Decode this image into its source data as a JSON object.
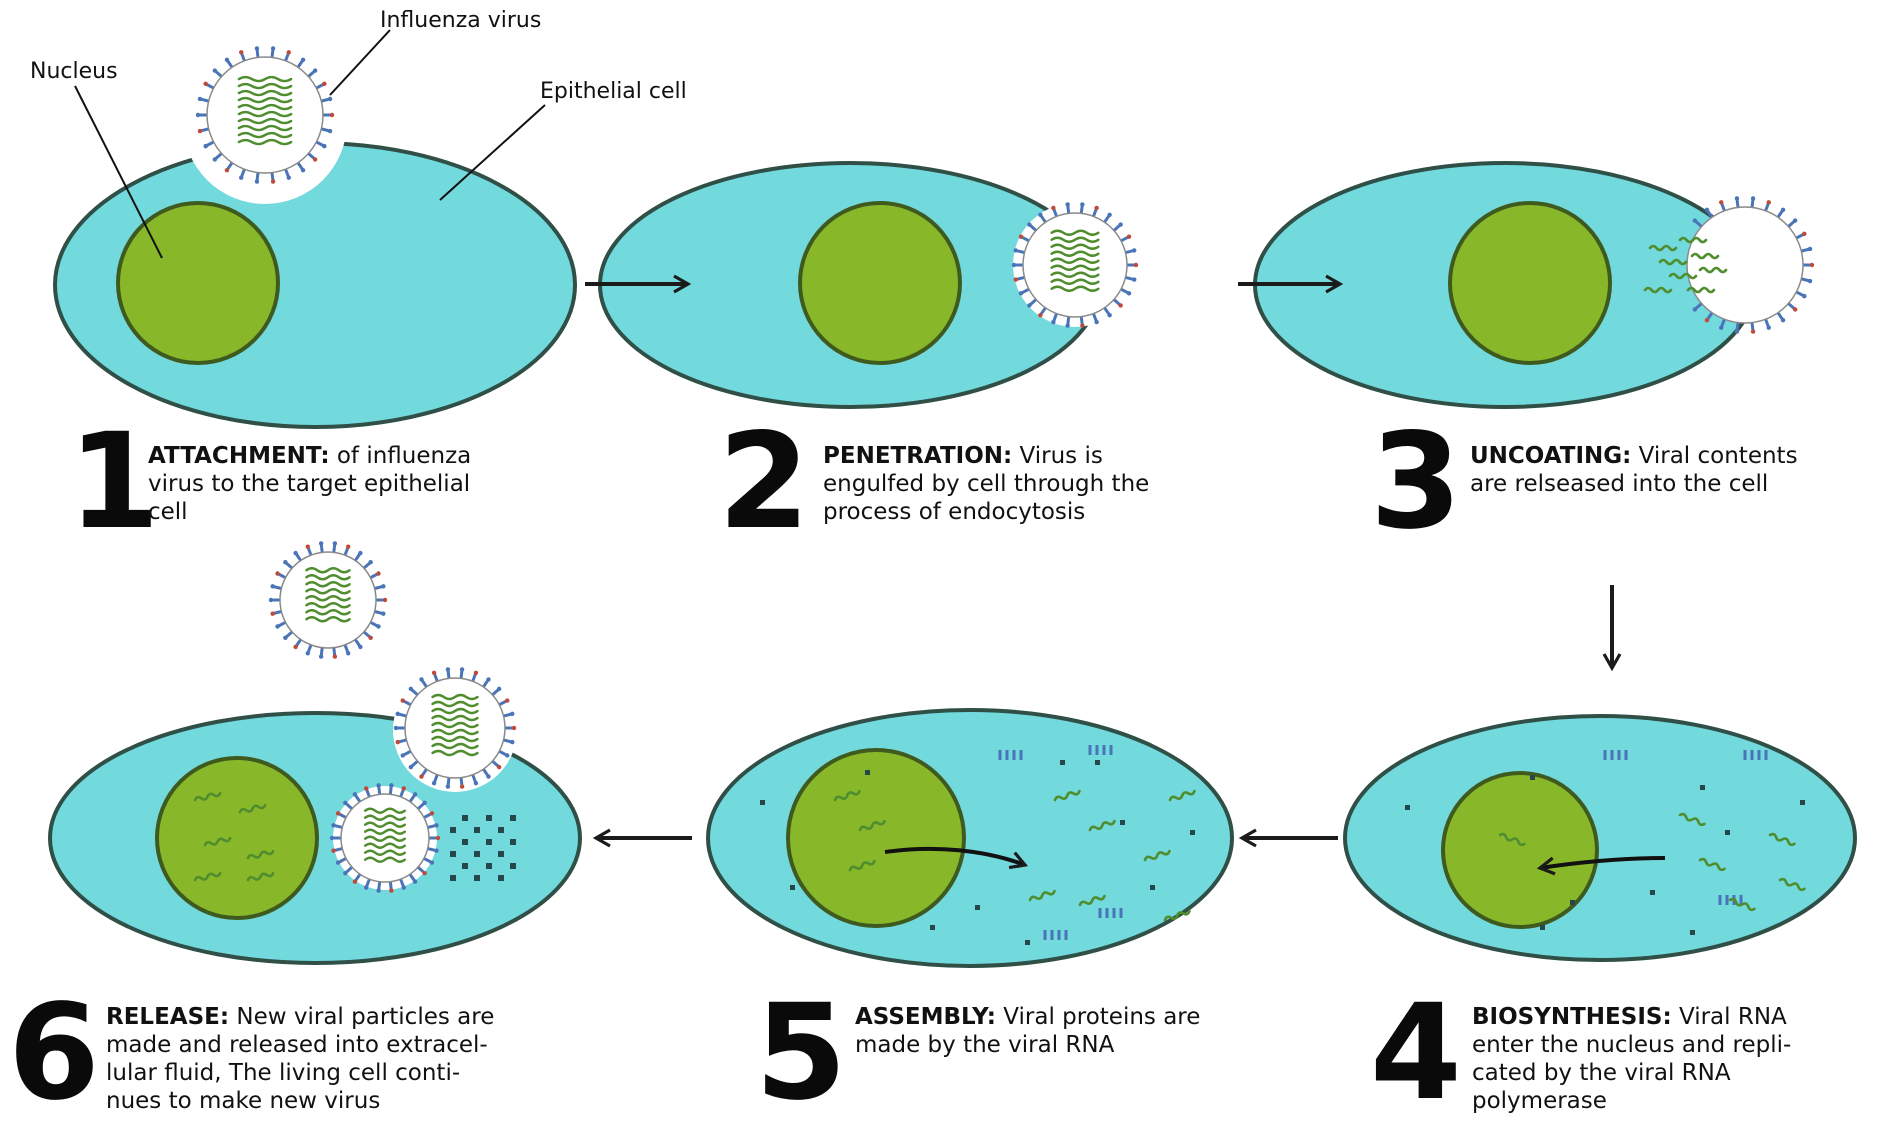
{
  "colors": {
    "cytoplasm": "#72d9dd",
    "cell_outline": "#2f4f47",
    "nucleus": "#88b829",
    "nucleus_outline": "#3f5a1f",
    "virus_envelope": "#ffffff",
    "spike": "#4a74b8",
    "rna": "#4f8d2e",
    "protein_dot": "#26484a",
    "arrow": "#1b1b1b"
  },
  "labels": {
    "nucleus": "Nucleus",
    "virus": "Influenza virus",
    "cell": "Epithelial cell"
  },
  "steps": [
    {
      "number": "1",
      "title": "ATTACHMENT:",
      "lines": [
        " of influenza",
        "virus to the target epithelial",
        "cell"
      ]
    },
    {
      "number": "2",
      "title": "PENETRATION:",
      "lines": [
        " Virus is",
        "engulfed by cell through the",
        "process of endocytosis"
      ]
    },
    {
      "number": "3",
      "title": "UNCOATING:",
      "lines": [
        " Viral contents",
        "are relseased into the cell"
      ]
    },
    {
      "number": "4",
      "title": "BIOSYNTHESIS:",
      "lines": [
        " Viral RNA",
        "enter the nucleus and repli-",
        "cated by the viral RNA",
        "polymerase"
      ]
    },
    {
      "number": "5",
      "title": "ASSEMBLY:",
      "lines": [
        " Viral proteins are",
        "made by the viral RNA"
      ]
    },
    {
      "number": "6",
      "title": "RELEASE:",
      "lines": [
        " New viral particles are",
        "made and released into extracel-",
        "lular fluid, The living cell conti-",
        "nues to make new virus"
      ]
    }
  ]
}
